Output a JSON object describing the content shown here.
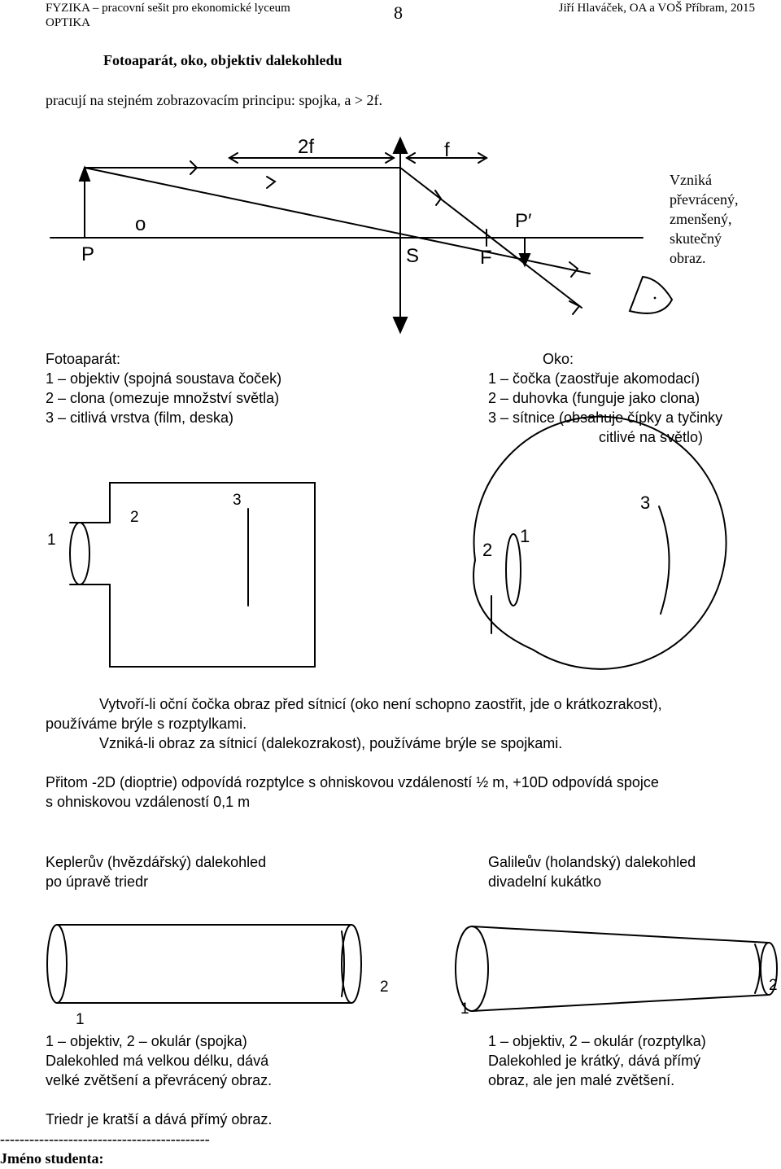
{
  "header": {
    "left_line1": "FYZIKA – pracovní sešit pro ekonomické lyceum",
    "left_line2": "OPTIKA",
    "page_number": "8",
    "right": "Jiří Hlaváček, OA a VOŠ Příbram, 2015"
  },
  "section_title": "Fotoaparát, oko, objektiv dalekohledu",
  "intro": "pracují na stejném zobrazovacím principu: spojka, a > 2f.",
  "lens_diagram": {
    "label_2f": "2f",
    "label_f": "f",
    "label_o": "o",
    "label_P": "P",
    "label_S": "S",
    "label_F": "F",
    "label_P_prime": "P′",
    "result": [
      "Vzniká",
      "převrácený,",
      "zmenšený,",
      "skutečný",
      "obraz."
    ]
  },
  "camera": {
    "title": "Fotoaparát:",
    "items": [
      "1 – objektiv (spojná soustava čoček)",
      "2 – clona (omezuje množství světla)",
      "3 – citlivá vrstva (film, deska)"
    ]
  },
  "eye": {
    "title": "Oko:",
    "items": [
      "1 – čočka (zaostřuje akomodací)",
      "2 – duhovka (funguje jako clona)",
      "3 – sítnice (obsahuje čípky a tyčinky"
    ],
    "items_cont": "citlivé na světlo)"
  },
  "camera_sketch": {
    "n1": "1",
    "n2": "2",
    "n3": "3"
  },
  "eye_sketch": {
    "n1": "1",
    "n2": "2",
    "n3": "3"
  },
  "defects": {
    "line1": "Vytvoří-li oční čočka obraz před sítnicí (oko není schopno zaostřit, jde o krátkozrakost),",
    "line2": "používáme brýle s rozptylkami.",
    "line3": "Vzniká-li obraz za sítnicí (dalekozrakost), používáme brýle se spojkami."
  },
  "diopter": {
    "line1": "Přitom -2D (dioptrie) odpovídá rozptylce s ohniskovou vzdáleností ½ m, +10D odpovídá spojce",
    "line2": "s ohniskovou vzdáleností 0,1 m"
  },
  "kepler": {
    "title1": "Keplerův (hvězdářský) dalekohled",
    "title2": "po úpravě triedr",
    "n1": "1",
    "n2": "2",
    "desc1": "1 – objektiv, 2 – okulár (spojka)",
    "desc2": "Dalekohled má velkou délku, dává",
    "desc3": "velké zvětšení a převrácený obraz."
  },
  "galileo": {
    "title1": "Galileův (holandský) dalekohled",
    "title2": "divadelní kukátko",
    "n1": "1",
    "n2": "2",
    "desc1": "1 – objektiv, 2 – okulár (rozptylka)",
    "desc2": "Dalekohled je krátký, dává přímý",
    "desc3": "obraz, ale jen malé zvětšení."
  },
  "triedr_note": "Triedr je kratší a dává přímý obraz.",
  "divider": "-------------------------------------------",
  "student_label": "Jméno studenta:"
}
